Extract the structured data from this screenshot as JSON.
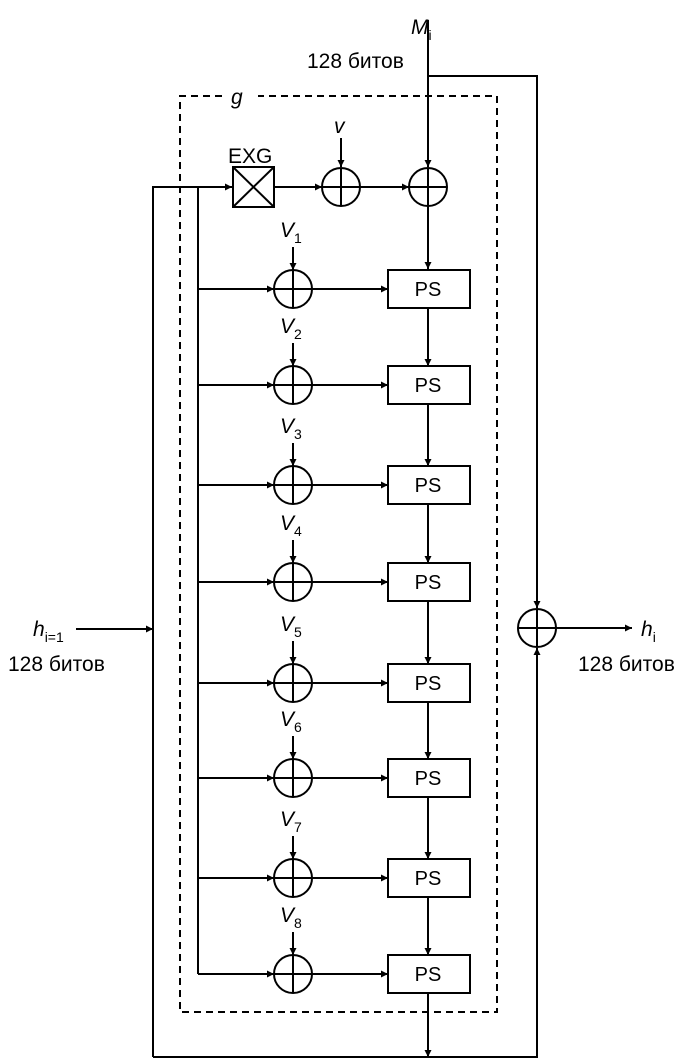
{
  "inputs": {
    "message": {
      "symbol": "M",
      "sub": "i",
      "size": "128 битов"
    },
    "previous_hash": {
      "symbol": "h",
      "sub": "i=1",
      "size": "128 битов"
    }
  },
  "output": {
    "symbol": "h",
    "sub": "i",
    "size": "128 битов"
  },
  "g_block": {
    "label": "g"
  },
  "exg_block": {
    "label": "EXG"
  },
  "constant_v": {
    "label": "v"
  },
  "rounds": [
    {
      "v_symbol": "V",
      "v_sub": "1",
      "ps_label": "PS"
    },
    {
      "v_symbol": "V",
      "v_sub": "2",
      "ps_label": "PS"
    },
    {
      "v_symbol": "V",
      "v_sub": "3",
      "ps_label": "PS"
    },
    {
      "v_symbol": "V",
      "v_sub": "4",
      "ps_label": "PS"
    },
    {
      "v_symbol": "V",
      "v_sub": "5",
      "ps_label": "PS"
    },
    {
      "v_symbol": "V",
      "v_sub": "6",
      "ps_label": "PS"
    },
    {
      "v_symbol": "V",
      "v_sub": "7",
      "ps_label": "PS"
    },
    {
      "v_symbol": "V",
      "v_sub": "8",
      "ps_label": "PS"
    },
    {
      "v_symbol": "",
      "v_sub": "",
      "ps_label": "PS"
    }
  ]
}
